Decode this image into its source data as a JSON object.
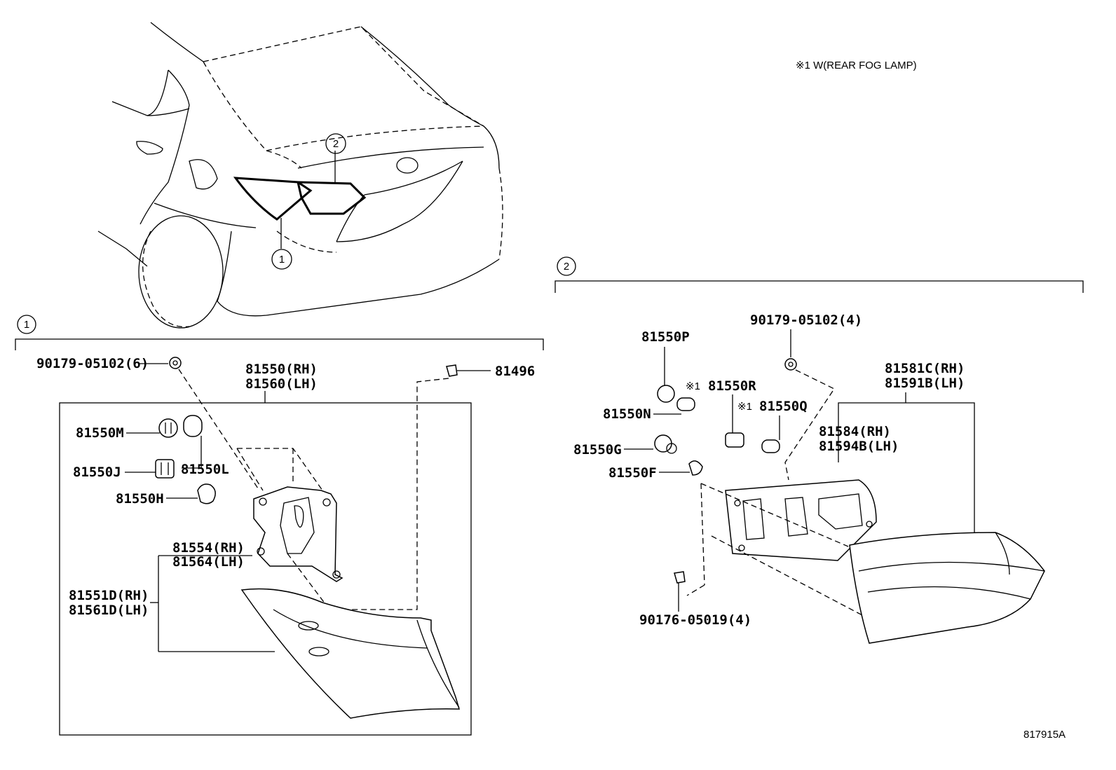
{
  "note": "※1 W(REAR FOG LAMP)",
  "illustration_id": "817915A",
  "callouts": {
    "one": "1",
    "two": "2"
  },
  "left": {
    "p90179": "90179-05102(6)",
    "p81550": "81550(RH)",
    "p81560": "81560(LH)",
    "p81496": "81496",
    "p81550M": "81550M",
    "p81550J": "81550J",
    "p81550L": "81550L",
    "p81550H": "81550H",
    "p81554": "81554(RH)",
    "p81564": "81564(LH)",
    "p81551D": "81551D(RH)",
    "p81561D": "81561D(LH)"
  },
  "right": {
    "p90179": "90179-05102(4)",
    "p81550P": "81550P",
    "p81550N": "81550N",
    "p81550R_mark": "※1",
    "p81550R": "81550R",
    "p81550Q_mark": "※1",
    "p81550Q": "81550Q",
    "p81550G": "81550G",
    "p81550F": "81550F",
    "p81581C": "81581C(RH)",
    "p81591B": "81591B(LH)",
    "p81584": "81584(RH)",
    "p81594B": "81594B(LH)",
    "p90176": "90176-05019(4)"
  }
}
